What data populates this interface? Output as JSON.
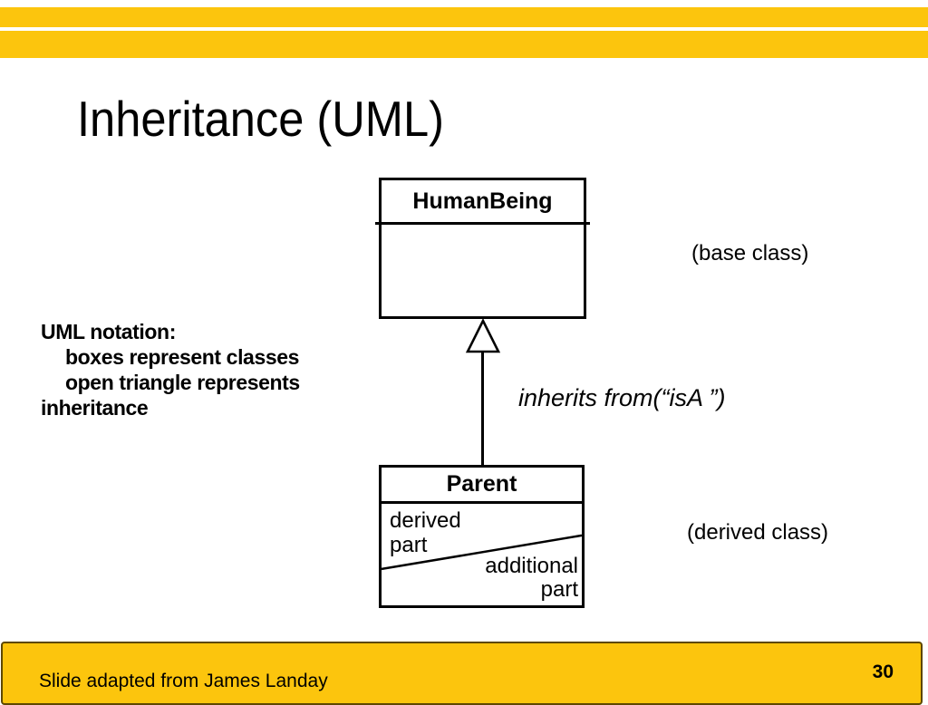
{
  "slide": {
    "title": "Inheritance (UML)",
    "footer_text": "Slide adapted from James Landay",
    "page_number": "30",
    "colors": {
      "accent": "#FCC50D",
      "footer_border": "#5d4800",
      "line": "#000000"
    }
  },
  "notes": {
    "lines": [
      "UML notation:",
      "boxes represent classes",
      "open triangle represents",
      "inheritance"
    ]
  },
  "diagram": {
    "base_class": {
      "name": "HumanBeing",
      "annotation": "(base class)"
    },
    "derived_class": {
      "name": "Parent",
      "annotation": "(derived class)",
      "left_compartment": "derived part",
      "right_compartment": "additional part"
    },
    "edge_label": "inherits from(“isA ”)"
  }
}
